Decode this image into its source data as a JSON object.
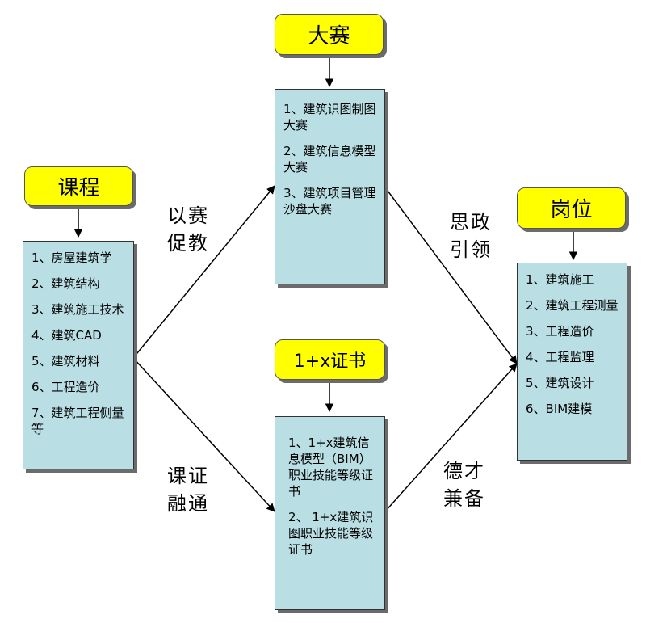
{
  "courses": {
    "tag": "课程",
    "items": [
      "1、房屋建筑学",
      "2、建筑结构",
      "3、建筑施工技术",
      "4、建筑CAD",
      "5、建筑材料",
      "6、工程造价",
      "7、建筑工程侧量等"
    ]
  },
  "contest": {
    "tag": "大赛",
    "items": [
      "1、建筑识图制图大赛",
      "2、建筑信息模型大赛",
      "3、建筑项目管理沙盘大赛"
    ]
  },
  "certificate": {
    "tag": "1+x证书",
    "items": [
      "1、1+x建筑信息模型（BIM）职业技能等级证书",
      "2、 1+x建筑识图职业技能等级证书"
    ]
  },
  "jobs": {
    "tag": "岗位",
    "items": [
      "1、建筑施工",
      "2、建筑工程测量",
      "3、工程造价",
      "4、工程监理",
      "5、建筑设计",
      "6、BIM建模"
    ]
  },
  "labels": {
    "contest_promotes_teaching": "以赛促教",
    "ideology_leads": "思政引领",
    "course_cert_integration": "课证融通",
    "virtue_talent": "德才兼备"
  },
  "colors": {
    "tag_fill": "#ffff00",
    "box_fill": "#b9dee3",
    "line": "#000000"
  }
}
